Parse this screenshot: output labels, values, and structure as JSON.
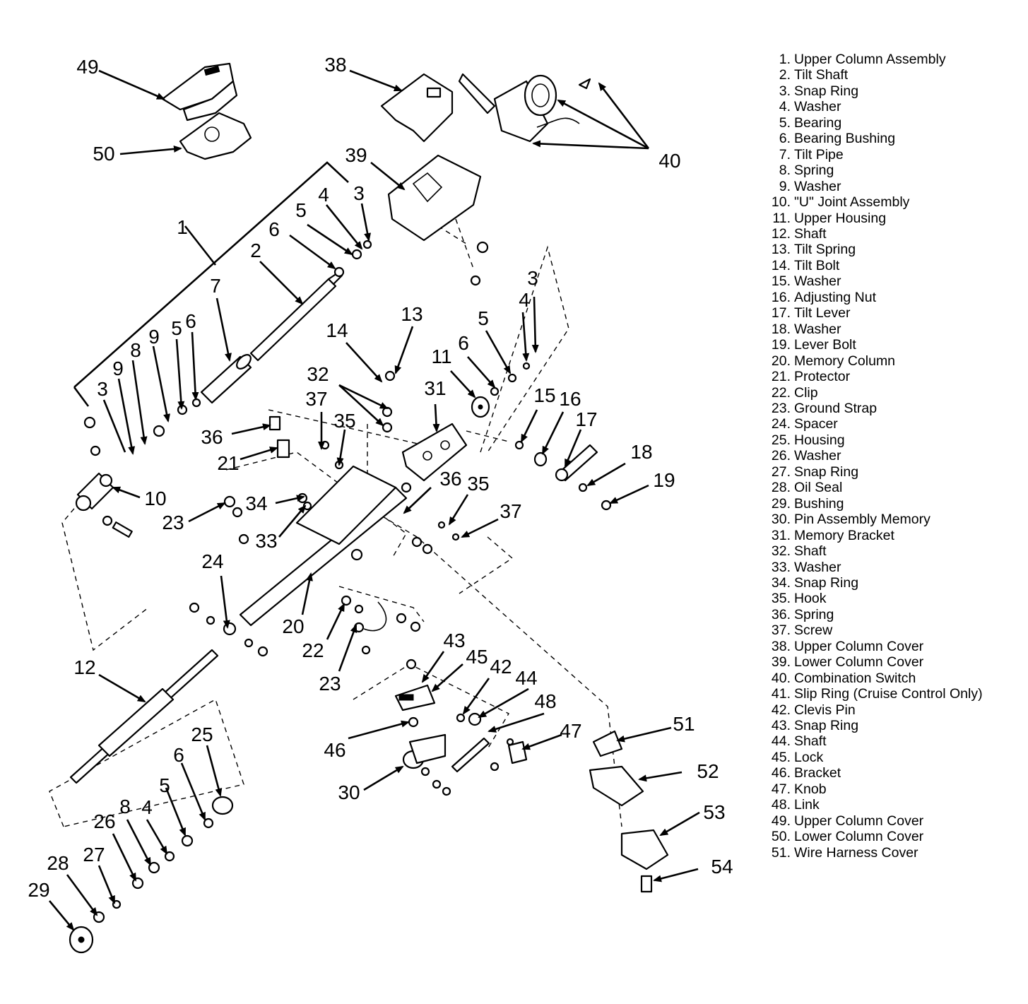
{
  "callouts": [
    "49",
    "50",
    "38",
    "39",
    "40",
    "1",
    "2",
    "3",
    "4",
    "5",
    "6",
    "3",
    "4",
    "5",
    "6",
    "7",
    "8",
    "9",
    "9",
    "5",
    "6",
    "3",
    "10",
    "11",
    "12",
    "13",
    "14",
    "15",
    "16",
    "17",
    "18",
    "19",
    "20",
    "21",
    "22",
    "23",
    "23",
    "24",
    "25",
    "26",
    "27",
    "28",
    "29",
    "30",
    "31",
    "32",
    "33",
    "34",
    "35",
    "35",
    "36",
    "36",
    "37",
    "37",
    "42",
    "43",
    "44",
    "45",
    "46",
    "47",
    "48",
    "51",
    "52",
    "53",
    "54",
    "8",
    "4",
    "5",
    "6"
  ],
  "legend": [
    {
      "num": "1.",
      "label": "Upper Column Assembly"
    },
    {
      "num": "2.",
      "label": "Tilt Shaft"
    },
    {
      "num": "3.",
      "label": "Snap Ring"
    },
    {
      "num": "4.",
      "label": "Washer"
    },
    {
      "num": "5.",
      "label": "Bearing"
    },
    {
      "num": "6.",
      "label": "Bearing Bushing"
    },
    {
      "num": "7.",
      "label": "Tilt Pipe"
    },
    {
      "num": "8.",
      "label": "Spring"
    },
    {
      "num": "9.",
      "label": "Washer"
    },
    {
      "num": "10.",
      "label": "\"U\" Joint Assembly"
    },
    {
      "num": "11.",
      "label": "Upper Housing"
    },
    {
      "num": "12.",
      "label": "Shaft"
    },
    {
      "num": "13.",
      "label": "Tilt Spring"
    },
    {
      "num": "14.",
      "label": "Tilt Bolt"
    },
    {
      "num": "15.",
      "label": "Washer"
    },
    {
      "num": "16.",
      "label": "Adjusting Nut"
    },
    {
      "num": "17.",
      "label": "Tilt Lever"
    },
    {
      "num": "18.",
      "label": "Washer"
    },
    {
      "num": "19.",
      "label": "Lever Bolt"
    },
    {
      "num": "20.",
      "label": "Memory Column"
    },
    {
      "num": "21.",
      "label": "Protector"
    },
    {
      "num": "22.",
      "label": "Clip"
    },
    {
      "num": "23.",
      "label": "Ground Strap"
    },
    {
      "num": "24.",
      "label": "Spacer"
    },
    {
      "num": "25.",
      "label": "Housing"
    },
    {
      "num": "26.",
      "label": "Washer"
    },
    {
      "num": "27.",
      "label": "Snap Ring"
    },
    {
      "num": "28.",
      "label": "Oil Seal"
    },
    {
      "num": "29.",
      "label": "Bushing"
    },
    {
      "num": "30.",
      "label": "Pin Assembly Memory"
    },
    {
      "num": "31.",
      "label": "Memory Bracket"
    },
    {
      "num": "32.",
      "label": "Shaft"
    },
    {
      "num": "33.",
      "label": "Washer"
    },
    {
      "num": "34.",
      "label": "Snap Ring"
    },
    {
      "num": "35.",
      "label": "Hook"
    },
    {
      "num": "36.",
      "label": "Spring"
    },
    {
      "num": "37.",
      "label": "Screw"
    },
    {
      "num": "38.",
      "label": "Upper Column Cover"
    },
    {
      "num": "39.",
      "label": "Lower Column Cover"
    },
    {
      "num": "40.",
      "label": "Combination Switch"
    },
    {
      "num": "41.",
      "label": "Slip Ring (Cruise Control Only)"
    },
    {
      "num": "42.",
      "label": "Clevis Pin"
    },
    {
      "num": "43.",
      "label": "Snap Ring"
    },
    {
      "num": "44.",
      "label": "Shaft"
    },
    {
      "num": "45.",
      "label": "Lock"
    },
    {
      "num": "46.",
      "label": "Bracket"
    },
    {
      "num": "47.",
      "label": "Knob"
    },
    {
      "num": "48.",
      "label": "Link"
    },
    {
      "num": "49.",
      "label": "Upper Column Cover"
    },
    {
      "num": "50.",
      "label": "Lower Column Cover"
    },
    {
      "num": "51.",
      "label": "Wire Harness Cover"
    }
  ]
}
